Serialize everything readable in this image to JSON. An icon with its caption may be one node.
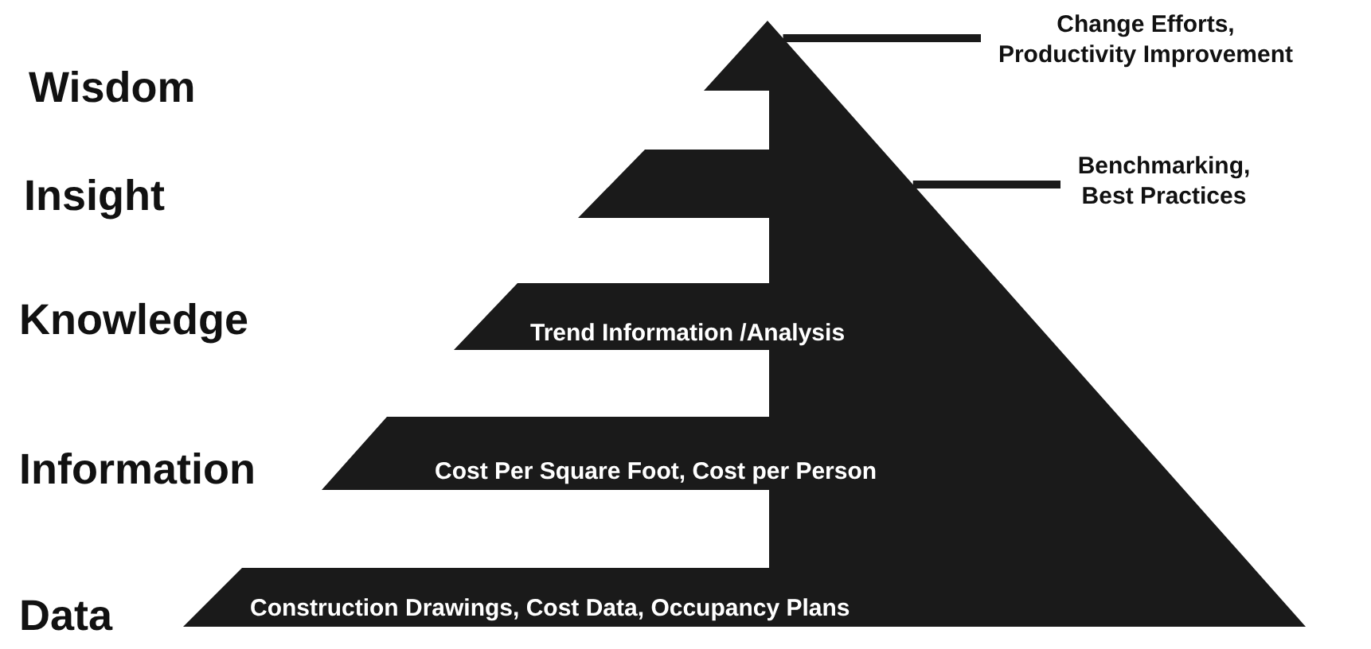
{
  "diagram": {
    "nodes": [
      {
        "text": [
          "Change Efforts, Productivity Improvement"
        ]
      },
      {
        "text": [
          "Benchmarking, Best Practices"
        ]
      },
      {
        "text": [],
        "shape": "triangle"
      },
      {
        "text": [],
        "shape": "bar"
      },
      {
        "text": [
          "Trend Information /Analysis"
        ]
      },
      {
        "text": [
          "Cost Per Square Foot, Cost per Person"
        ]
      },
      {
        "text": [
          "Construction Drawings, Cost Data, Occupancy Plans"
        ]
      }
    ],
    "edges": [
      {
        "from": 0,
        "to": 2,
        "arrow": "none"
      },
      {
        "from": 1,
        "to": 3,
        "arrow": "none"
      }
    ],
    "labels": [
      "Wisdom",
      "Insight",
      "Knowledge",
      "Information",
      "Data"
    ]
  }
}
